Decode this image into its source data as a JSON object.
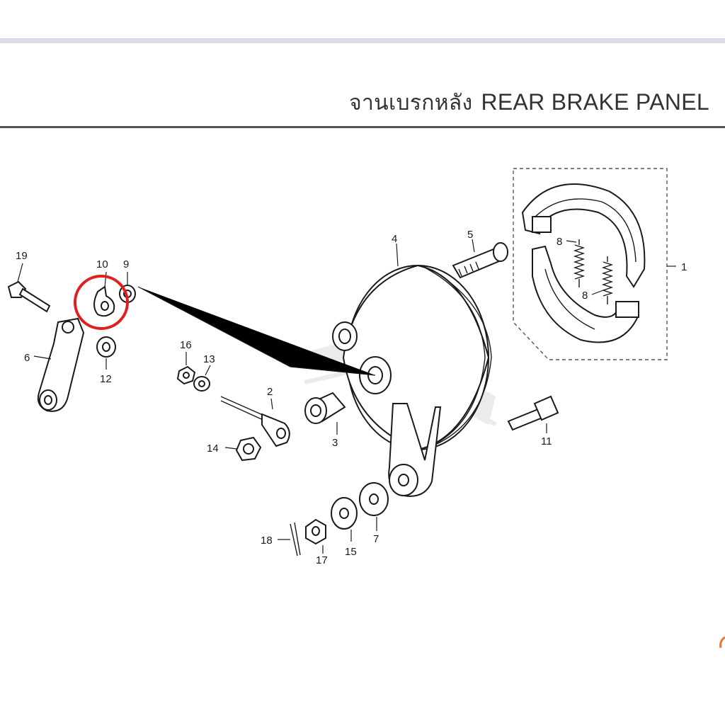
{
  "header": {
    "title_thai": "จานเบรกหลัง",
    "title_en": "REAR BRAKE PANEL"
  },
  "colors": {
    "highlight": "#e02020",
    "line": "#1a1a1a",
    "watermark": "#d8d8d8"
  },
  "callouts": [
    "1",
    "2",
    "3",
    "4",
    "5",
    "6",
    "7",
    "8",
    "8",
    "9",
    "10",
    "11",
    "12",
    "13",
    "14",
    "15",
    "16",
    "17",
    "18",
    "19"
  ],
  "highlighted_part": "10"
}
